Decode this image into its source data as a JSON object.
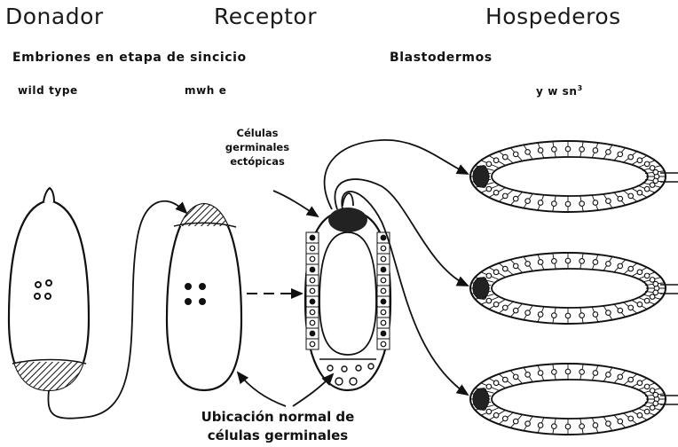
{
  "headers": {
    "donor": "Donador",
    "receiver": "Receptor",
    "hosts": "Hospederos"
  },
  "stages": {
    "syncytial": "Embriones en etapa de sincicio",
    "blastoderm": "Blastodermos"
  },
  "genotypes": {
    "donor": "wild type",
    "receiver": "mwh e",
    "hosts": "y w sn",
    "hosts_superscript": "3"
  },
  "annotations": {
    "ectopic": [
      "Células",
      "germinales",
      "ectópicas"
    ],
    "normal": [
      "Ubicación normal de",
      "células germinales"
    ]
  },
  "colors": {
    "ink": "#111111",
    "background": "#ffffff"
  }
}
